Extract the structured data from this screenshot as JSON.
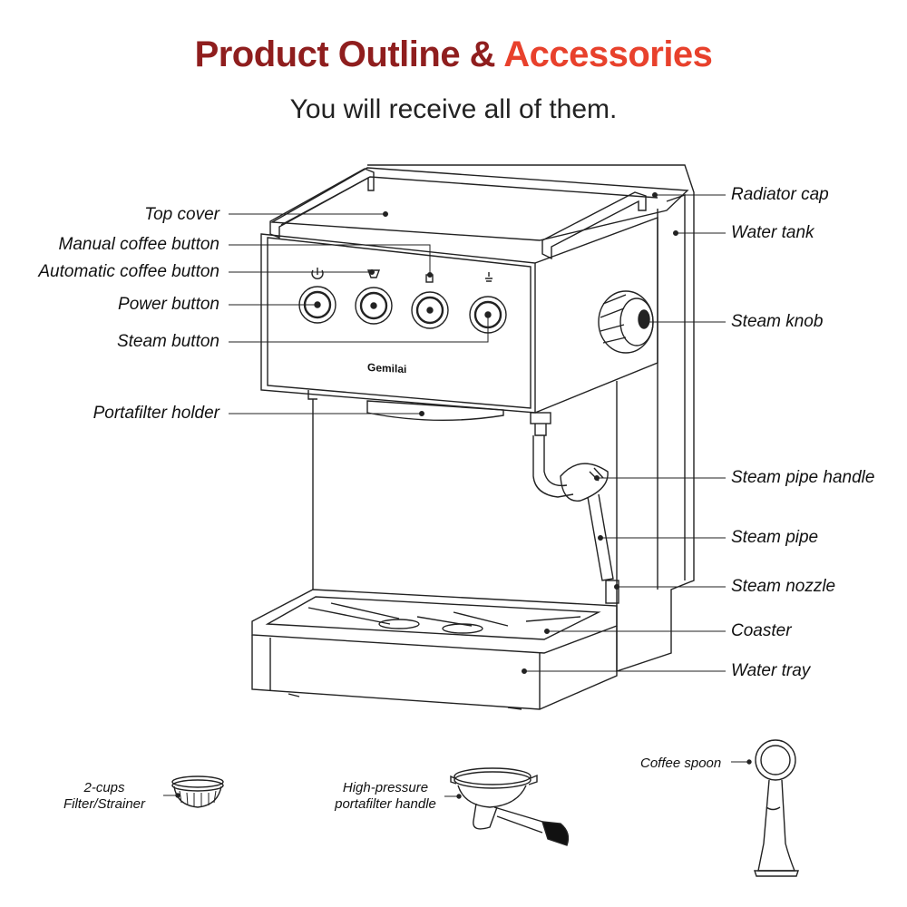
{
  "header": {
    "title_part1": "Product Outline",
    "title_amp": " & ",
    "title_part2": "Accessories",
    "subtitle": "You will receive all of them."
  },
  "brand": "Gemilai",
  "labels_left": {
    "top_cover": "Top cover",
    "manual_coffee_button": "Manual coffee button",
    "automatic_coffee_button": "Automatic coffee button",
    "power_button": "Power button",
    "steam_button": "Steam button",
    "portafilter_holder": "Portafilter holder"
  },
  "labels_right": {
    "radiator_cap": "Radiator cap",
    "water_tank": "Water tank",
    "steam_knob": "Steam knob",
    "steam_pipe_handle": "Steam pipe handle",
    "steam_pipe": "Steam pipe",
    "steam_nozzle": "Steam nozzle",
    "coaster": "Coaster",
    "water_tray": "Water tray"
  },
  "accessories": {
    "filter_line1": "2-cups",
    "filter_line2": "Filter/Strainer",
    "portafilter_line1": "High-pressure",
    "portafilter_line2": "portafilter handle",
    "spoon": "Coffee spoon"
  },
  "colors": {
    "title_dark_red": "#8f1e1e",
    "title_red": "#e8412c",
    "line": "#222222"
  }
}
